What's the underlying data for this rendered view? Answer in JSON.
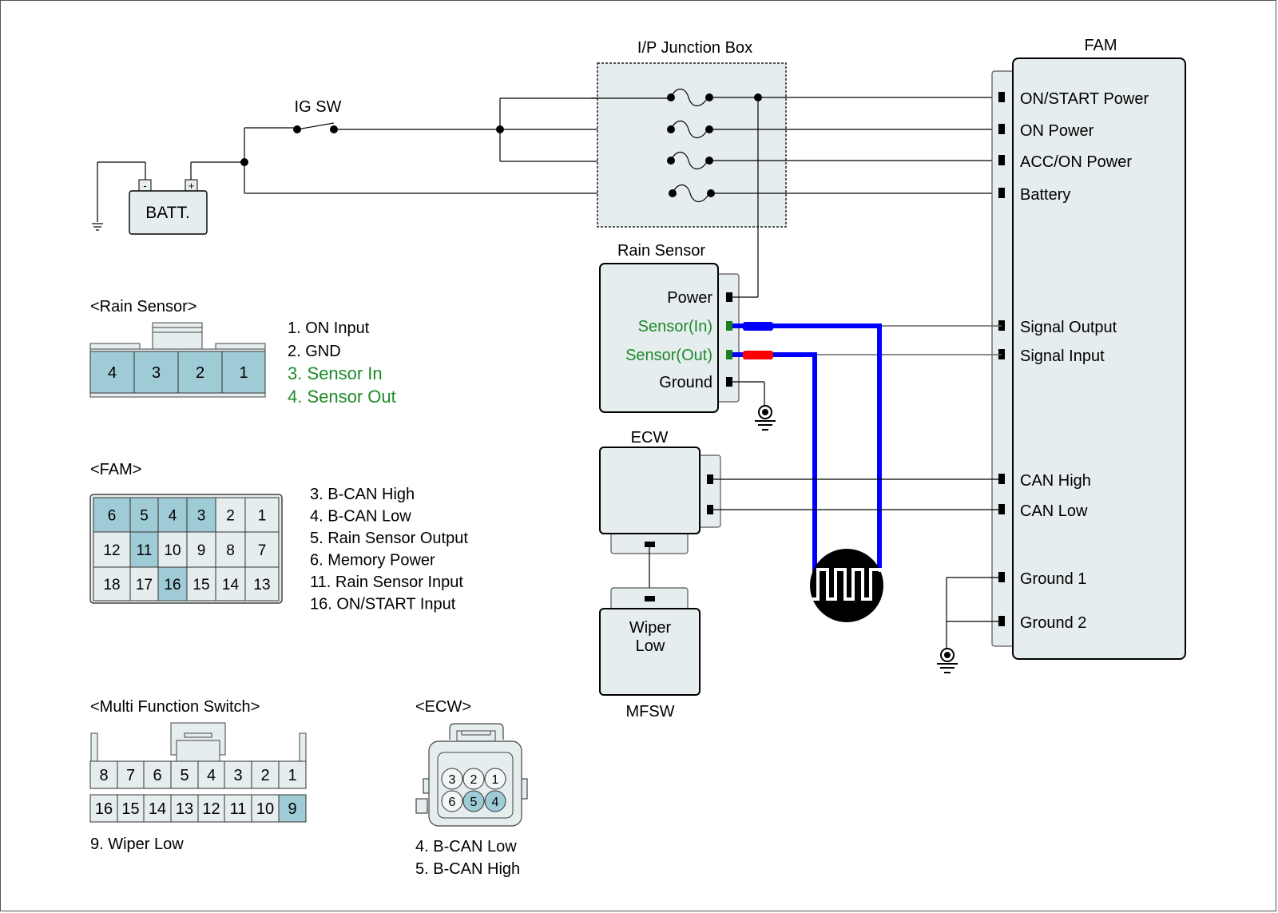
{
  "colors": {
    "box_fill": "#e6edee",
    "pin_highlight": "#9fcbd6",
    "pin_normal": "#e6edee",
    "wire": "#000000",
    "signal_wire": "#0000ff",
    "sensor_green": "#1e8a2a",
    "red_marker": "#ff0000"
  },
  "ig_switch": {
    "label": "IG SW"
  },
  "battery": {
    "label": "BATT.",
    "neg": "-",
    "pos": "+"
  },
  "junction_box": {
    "label": "I/P Junction Box"
  },
  "fam": {
    "label": "FAM",
    "pins": [
      {
        "label": "ON/START Power"
      },
      {
        "label": "ON Power"
      },
      {
        "label": "ACC/ON Power"
      },
      {
        "label": "Battery"
      },
      {
        "label": "Signal Output"
      },
      {
        "label": "Signal Input"
      },
      {
        "label": "CAN High"
      },
      {
        "label": "CAN Low"
      },
      {
        "label": "Ground 1"
      },
      {
        "label": "Ground 2"
      }
    ]
  },
  "rain_sensor": {
    "label": "Rain Sensor",
    "pins": [
      {
        "label": "Power",
        "green": false
      },
      {
        "label": "Sensor(In)",
        "green": true
      },
      {
        "label": "Sensor(Out)",
        "green": true
      },
      {
        "label": "Ground",
        "green": false
      }
    ]
  },
  "ecw": {
    "label": "ECW"
  },
  "mfsw": {
    "label": "MFSW",
    "box_label_1": "Wiper",
    "box_label_2": "Low"
  },
  "connectors": {
    "rain_sensor": {
      "title": "<Rain Sensor>",
      "pins": [
        "4",
        "3",
        "2",
        "1"
      ],
      "legend": [
        {
          "text": "1. ON Input",
          "green": false
        },
        {
          "text": "2. GND",
          "green": false
        },
        {
          "text": "3. Sensor In",
          "green": true
        },
        {
          "text": "4. Sensor Out",
          "green": true
        }
      ]
    },
    "fam": {
      "title": "<FAM>",
      "rows": [
        [
          "6",
          "5",
          "4",
          "3",
          "2",
          "1"
        ],
        [
          "12",
          "11",
          "10",
          "9",
          "8",
          "7"
        ],
        [
          "18",
          "17",
          "16",
          "15",
          "14",
          "13"
        ]
      ],
      "highlighted": [
        "6",
        "5",
        "4",
        "3",
        "11",
        "16"
      ],
      "legend": [
        "3. B-CAN High",
        "4. B-CAN Low",
        "5. Rain Sensor Output",
        "6. Memory Power",
        "11. Rain Sensor Input",
        "16. ON/START Input"
      ]
    },
    "mfs": {
      "title": "<Multi Function Switch>",
      "top_row": [
        "8",
        "7",
        "6",
        "5",
        "4",
        "3",
        "2",
        "1"
      ],
      "bottom_row": [
        "16",
        "15",
        "14",
        "13",
        "12",
        "11",
        "10",
        "9"
      ],
      "highlighted": [
        "9"
      ],
      "legend": [
        "9. Wiper Low"
      ]
    },
    "ecw": {
      "title": "<ECW>",
      "top_row": [
        "3",
        "2",
        "1"
      ],
      "bottom_row": [
        "6",
        "5",
        "4"
      ],
      "highlighted": [
        "5",
        "4"
      ],
      "legend": [
        "4. B-CAN Low",
        "5. B-CAN High"
      ]
    }
  }
}
